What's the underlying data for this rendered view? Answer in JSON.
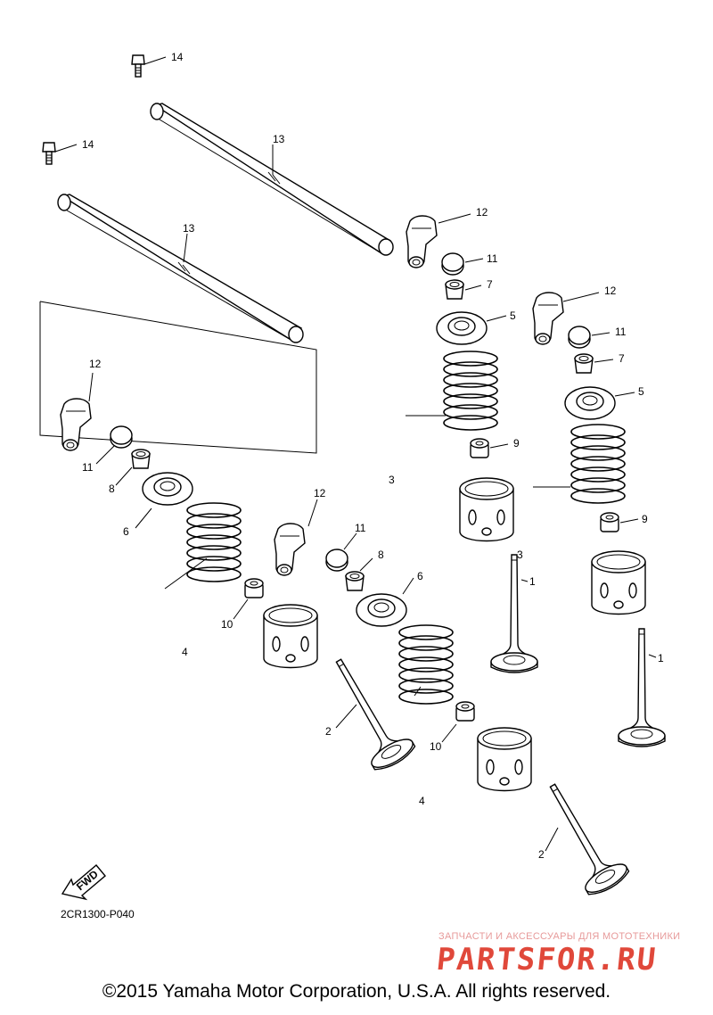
{
  "diagram": {
    "part_labels": {
      "p1": "1",
      "p2": "2",
      "p3": "3",
      "p4": "4",
      "p5": "5",
      "p6": "6",
      "p7": "7",
      "p8": "8",
      "p9": "9",
      "p10": "10",
      "p11": "11",
      "p12": "12",
      "p13": "13",
      "p14": "14"
    },
    "fwd_label": "FWD",
    "diagram_code": "2CR1300-P040"
  },
  "watermark": {
    "small_text": "ЗАПЧАСТИ И АКСЕССУАРЫ ДЛЯ МОТОТЕХНИКИ",
    "logo_text": "PARTSFOR.RU"
  },
  "footer": {
    "copyright": "©2015 Yamaha Motor Corporation, U.S.A. All rights reserved."
  },
  "colors": {
    "line": "#000000",
    "watermark": "#e0483a"
  }
}
